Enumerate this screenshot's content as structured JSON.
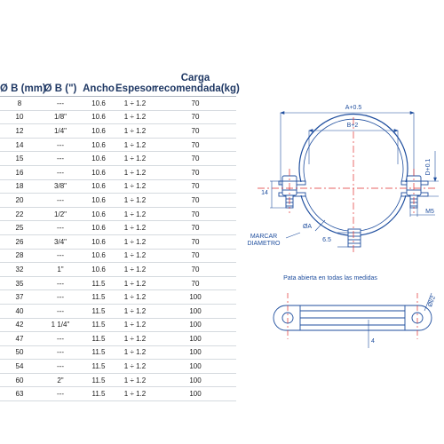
{
  "table": {
    "headers": {
      "diam_mm": "Ø B (mm)",
      "diam_in": "Ø B (\")",
      "ancho": "Ancho",
      "espesor": "Espesor",
      "carga_1": "Carga",
      "carga_2": "recomendada(kg)"
    },
    "rows": [
      {
        "mm": "8",
        "inch": "---",
        "ancho": "10.6",
        "espesor": "1 ÷ 1.2",
        "carga": "70"
      },
      {
        "mm": "10",
        "inch": "1/8\"",
        "ancho": "10.6",
        "espesor": "1 ÷ 1.2",
        "carga": "70"
      },
      {
        "mm": "12",
        "inch": "1/4\"",
        "ancho": "10.6",
        "espesor": "1 ÷ 1.2",
        "carga": "70"
      },
      {
        "mm": "14",
        "inch": "---",
        "ancho": "10.6",
        "espesor": "1 ÷ 1.2",
        "carga": "70"
      },
      {
        "mm": "15",
        "inch": "---",
        "ancho": "10.6",
        "espesor": "1 ÷ 1.2",
        "carga": "70"
      },
      {
        "mm": "16",
        "inch": "---",
        "ancho": "10.6",
        "espesor": "1 ÷ 1.2",
        "carga": "70"
      },
      {
        "mm": "18",
        "inch": "3/8\"",
        "ancho": "10.6",
        "espesor": "1 ÷ 1.2",
        "carga": "70"
      },
      {
        "mm": "20",
        "inch": "---",
        "ancho": "10.6",
        "espesor": "1 ÷ 1.2",
        "carga": "70"
      },
      {
        "mm": "22",
        "inch": "1/2\"",
        "ancho": "10.6",
        "espesor": "1 ÷ 1.2",
        "carga": "70"
      },
      {
        "mm": "25",
        "inch": "---",
        "ancho": "10.6",
        "espesor": "1 ÷ 1.2",
        "carga": "70"
      },
      {
        "mm": "26",
        "inch": "3/4\"",
        "ancho": "10.6",
        "espesor": "1 ÷ 1.2",
        "carga": "70"
      },
      {
        "mm": "28",
        "inch": "---",
        "ancho": "10.6",
        "espesor": "1 ÷ 1.2",
        "carga": "70"
      },
      {
        "mm": "32",
        "inch": "1\"",
        "ancho": "10.6",
        "espesor": "1 ÷ 1.2",
        "carga": "70"
      },
      {
        "mm": "35",
        "inch": "---",
        "ancho": "11.5",
        "espesor": "1 ÷ 1.2",
        "carga": "70"
      },
      {
        "mm": "37",
        "inch": "---",
        "ancho": "11.5",
        "espesor": "1 ÷ 1.2",
        "carga": "100"
      },
      {
        "mm": "40",
        "inch": "---",
        "ancho": "11.5",
        "espesor": "1 ÷ 1.2",
        "carga": "100"
      },
      {
        "mm": "42",
        "inch": "1 1/4\"",
        "ancho": "11.5",
        "espesor": "1 ÷ 1.2",
        "carga": "100"
      },
      {
        "mm": "47",
        "inch": "---",
        "ancho": "11.5",
        "espesor": "1 ÷ 1.2",
        "carga": "100"
      },
      {
        "mm": "50",
        "inch": "---",
        "ancho": "11.5",
        "espesor": "1 ÷ 1.2",
        "carga": "100"
      },
      {
        "mm": "54",
        "inch": "---",
        "ancho": "11.5",
        "espesor": "1 ÷ 1.2",
        "carga": "100"
      },
      {
        "mm": "60",
        "inch": "2\"",
        "ancho": "11.5",
        "espesor": "1 ÷ 1.2",
        "carga": "100"
      },
      {
        "mm": "63",
        "inch": "---",
        "ancho": "11.5",
        "espesor": "1 ÷ 1.2",
        "carga": "100"
      }
    ]
  },
  "diagram": {
    "dim_a": "A+0.5",
    "dim_b": "B+2",
    "dim_d": "D+0.1",
    "dim_14": "14",
    "dim_m5": "M5",
    "dim_phi_a": "ØA",
    "dim_65": "6.5",
    "marcar_1": "MARCAR",
    "marcar_2": "DIAMETRO",
    "note": "Pata abierta en todas las medidas",
    "dim_phi_d": "Øl/2",
    "dim_4": "4"
  },
  "colors": {
    "header_text": "#1f3864",
    "drawing_line": "#1f4e9e",
    "center_line": "#e03030"
  }
}
